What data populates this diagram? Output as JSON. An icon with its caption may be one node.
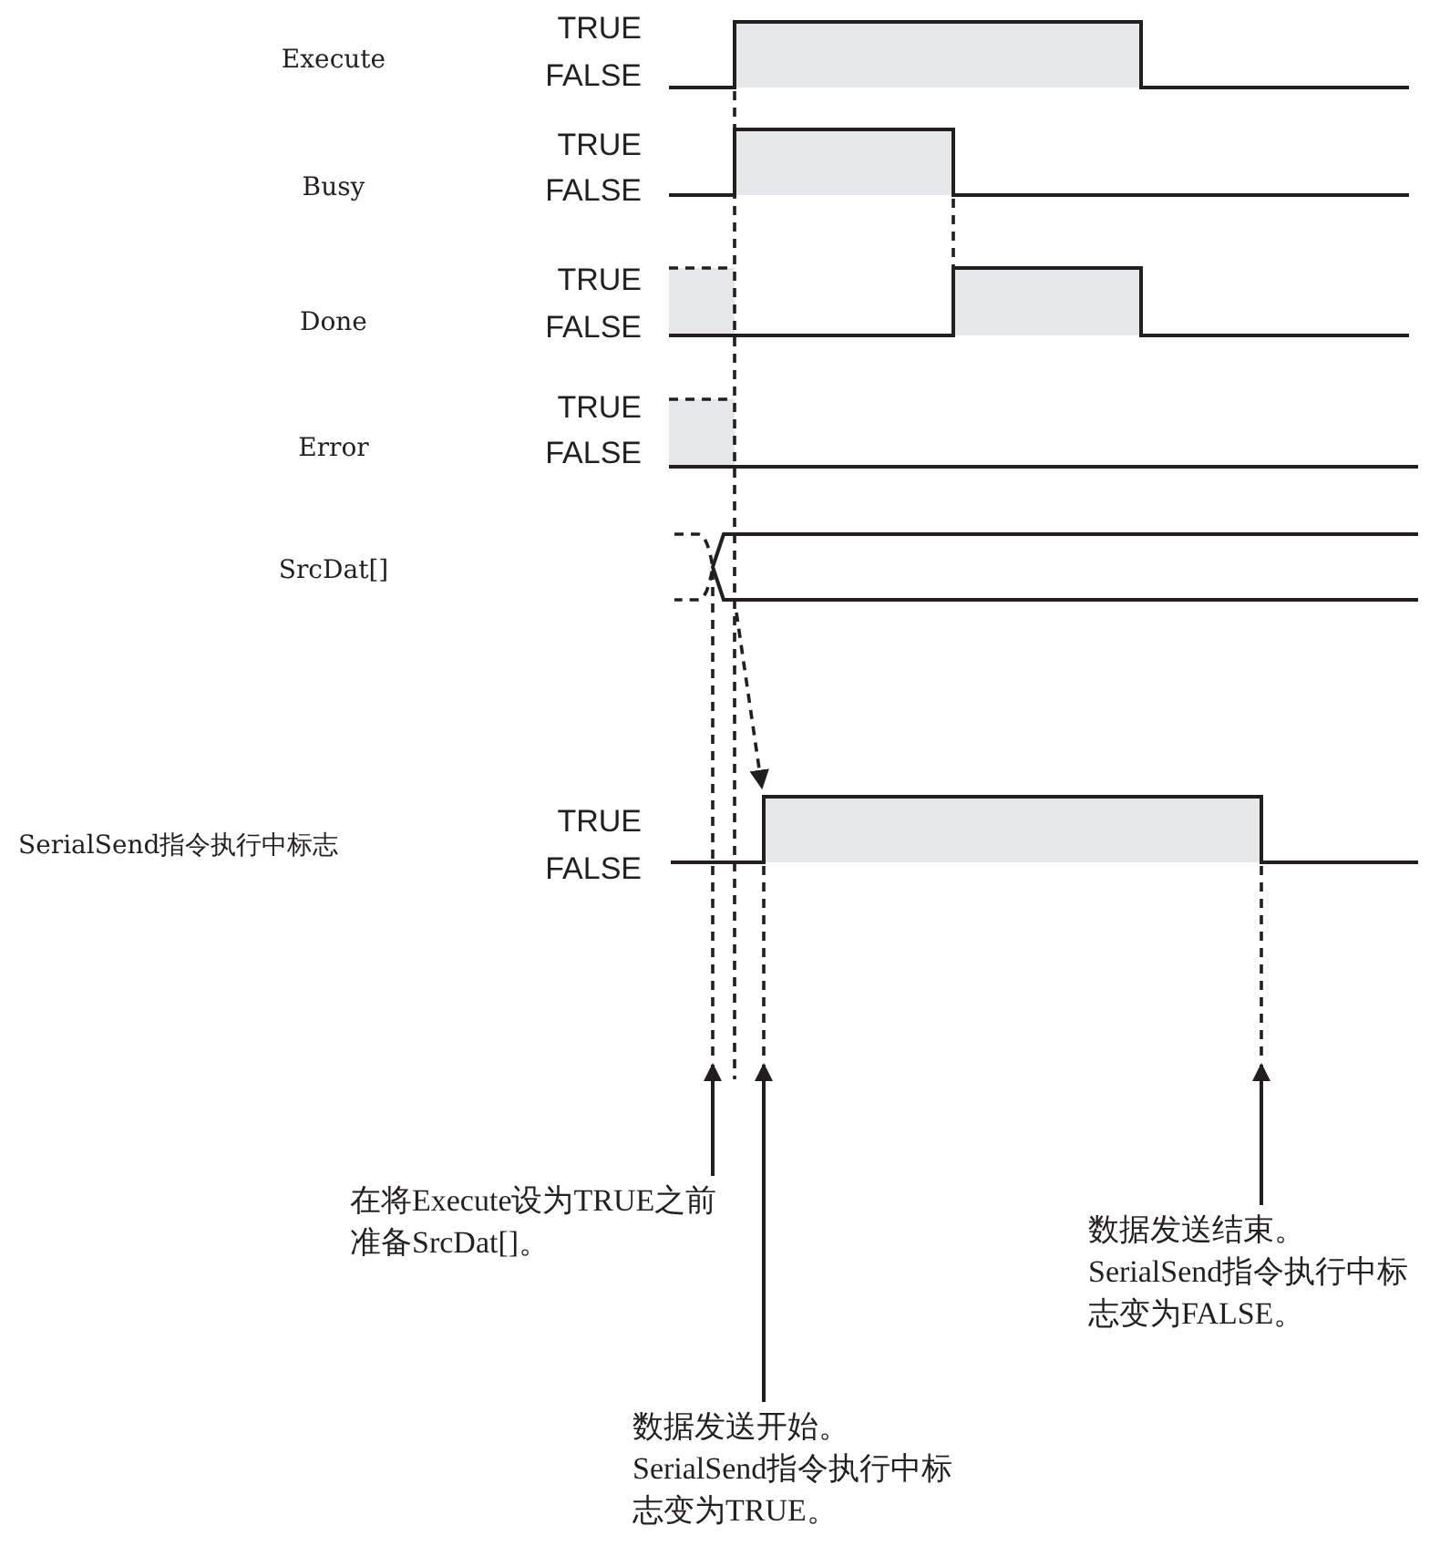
{
  "diagram": {
    "nodes": [
      {
        "text": [
          "在将Execute设为TRUE之前准备SrcDat[]。"
        ]
      },
      {
        "text": [
          "数据发送开始。SerialSend指令执行中标志变为TRUE。"
        ]
      },
      {
        "text": [
          "数据发送结束。SerialSend指令执行中标志变为FALSE。"
        ]
      }
    ],
    "edges": [
      {
        "from": 0,
        "to": null,
        "arrow": "to"
      },
      {
        "from": 1,
        "to": null,
        "arrow": "to"
      },
      {
        "from": 2,
        "to": null,
        "arrow": "to"
      }
    ],
    "labels": [
      "Execute",
      "TRUE",
      "FALSE",
      "Busy",
      "TRUE",
      "FALSE",
      "Done",
      "TRUE",
      "FALSE",
      "Error",
      "TRUE",
      "FALSE",
      "SrcDat[]",
      "SerialSend指令执行中标志",
      "TRUE",
      "FALSE"
    ]
  }
}
